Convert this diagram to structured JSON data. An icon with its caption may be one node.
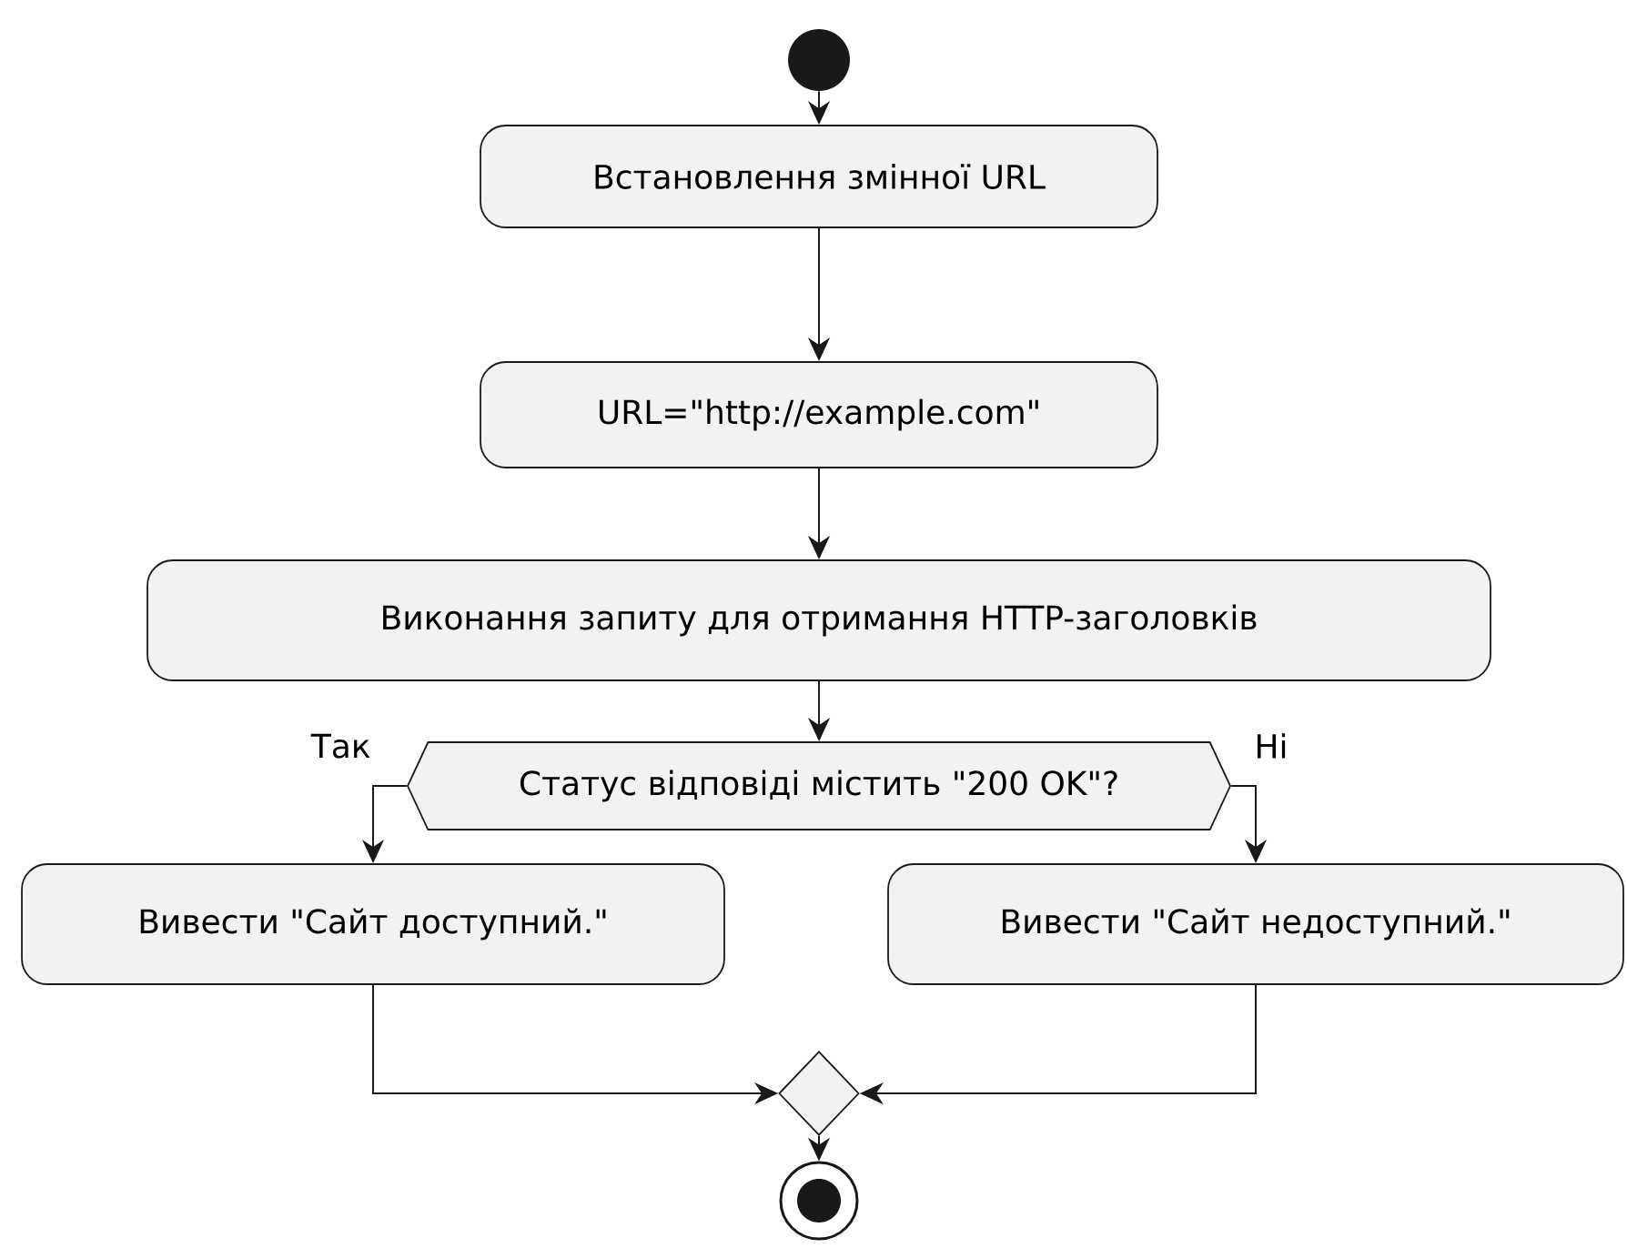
{
  "diagram": {
    "nodes": [
      {
        "text": [],
        "shape": "circle"
      },
      {
        "text": [
          "Встановлення змінної URL"
        ]
      },
      {
        "text": [
          "URL=\"http://example.com\""
        ]
      },
      {
        "text": [
          "Виконання запиту для отримання HTTP-заголовків"
        ]
      },
      {
        "text": [
          "Статус відповіді містить \"200 OK\"?"
        ]
      },
      {
        "text": [
          "Вивести \"Сайт доступний.\""
        ]
      },
      {
        "text": [
          "Вивести \"Сайт недоступний.\""
        ]
      },
      {
        "text": [],
        "shape": "diamond"
      },
      {
        "text": [],
        "shape": "circle"
      }
    ],
    "edges": [
      {
        "from": 0,
        "to": 1,
        "arrow": "to"
      },
      {
        "from": 1,
        "to": 2,
        "arrow": "to"
      },
      {
        "from": 2,
        "to": 3,
        "arrow": "to"
      },
      {
        "from": 3,
        "to": 4,
        "arrow": "to"
      },
      {
        "from": 4,
        "to": 5,
        "arrow": "to",
        "label": "Так"
      },
      {
        "from": 4,
        "to": 6,
        "arrow": "to",
        "label": "Ні"
      },
      {
        "from": 5,
        "to": 7,
        "arrow": "to"
      },
      {
        "from": 6,
        "to": 7,
        "arrow": "to"
      },
      {
        "from": 7,
        "to": 8,
        "arrow": "to"
      }
    ]
  }
}
